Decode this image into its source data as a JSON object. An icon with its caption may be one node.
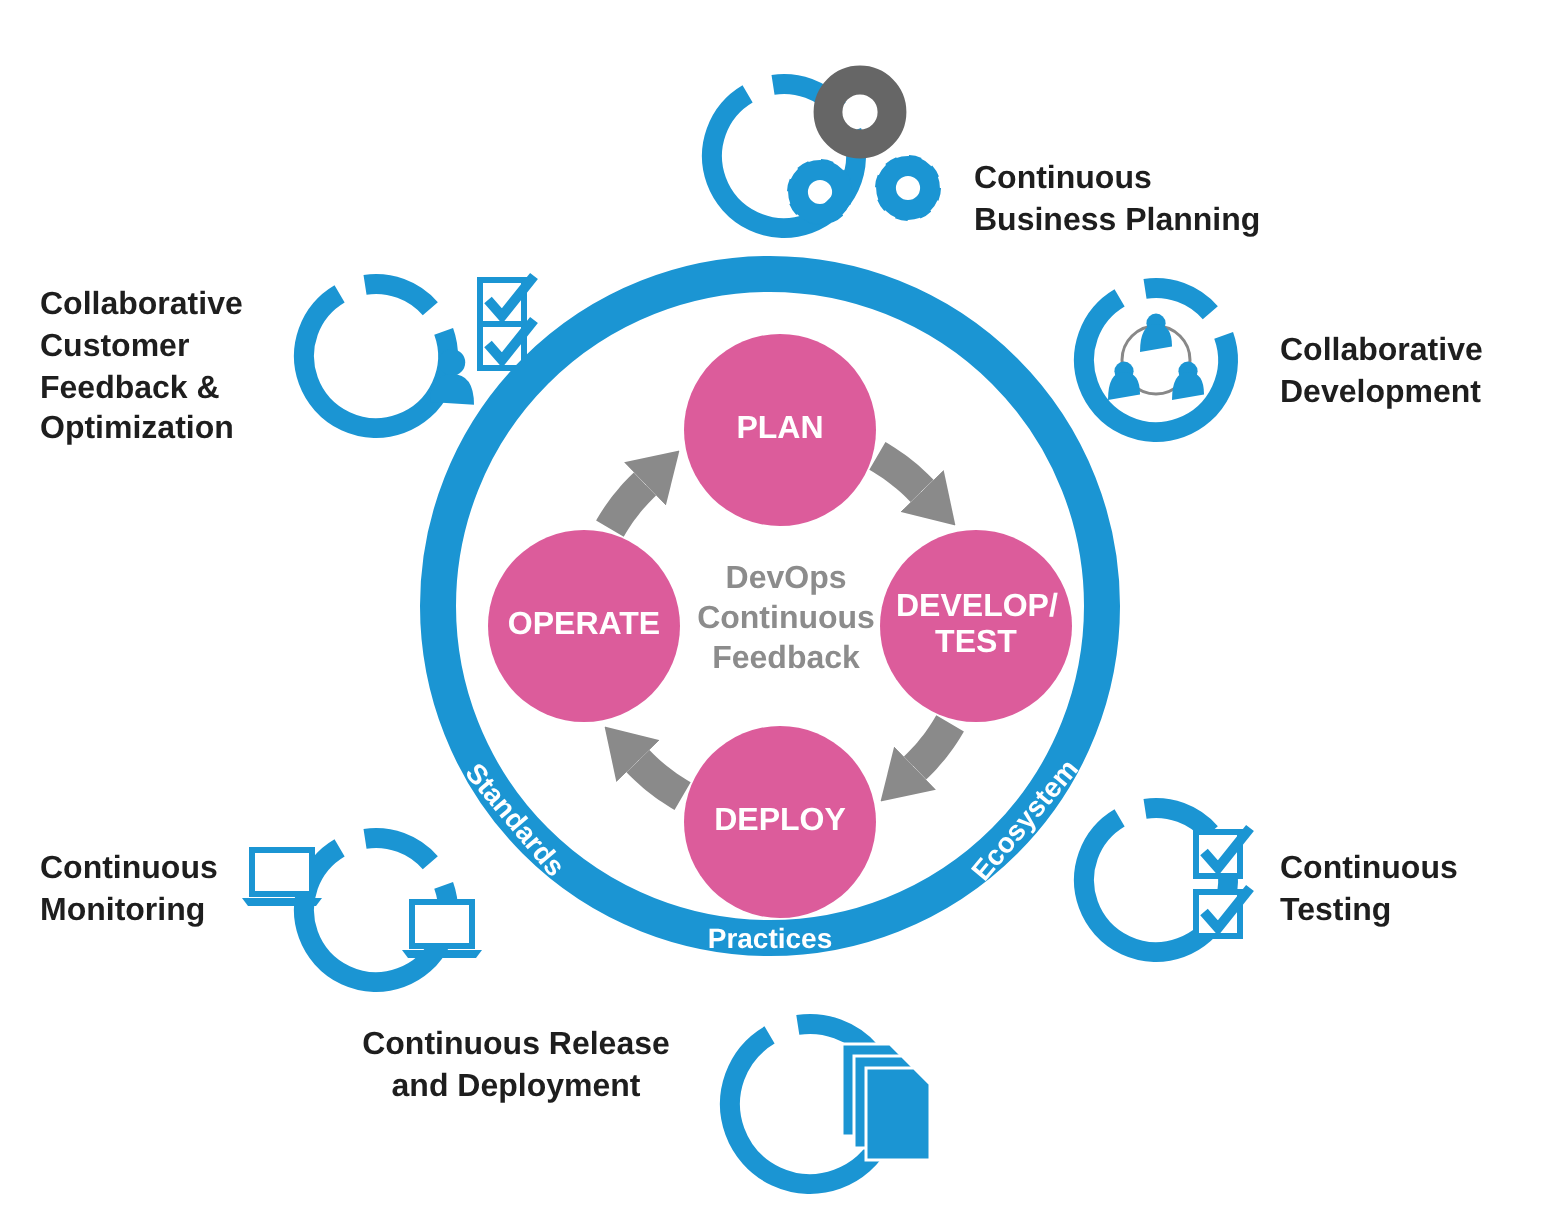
{
  "diagram": {
    "nodes": [
      {
        "text": [
          "Standards",
          "Practices",
          "Ecosystem"
        ]
      },
      {
        "text": [
          "PLAN"
        ],
        "in": 0
      },
      {
        "text": [
          "DEVELOP/ TEST"
        ],
        "in": 0
      },
      {
        "text": [
          "DEPLOY"
        ],
        "in": 0
      },
      {
        "text": [
          "OPERATE"
        ],
        "in": 0
      },
      {
        "text": [
          "Continuous Business Planning"
        ]
      },
      {
        "text": [
          "Collaborative Development"
        ]
      },
      {
        "text": [
          "Continuous Testing"
        ]
      },
      {
        "text": [
          "Continuous Release and Deployment"
        ]
      },
      {
        "text": [
          "Continuous Monitoring"
        ]
      },
      {
        "text": [
          "Collaborative Customer Feedback & Optimization"
        ]
      }
    ],
    "edges": [
      {
        "from": 1,
        "to": 2,
        "arrow": "to"
      },
      {
        "from": 2,
        "to": 3,
        "arrow": "to"
      },
      {
        "from": 3,
        "to": 4,
        "arrow": "to"
      },
      {
        "from": 4,
        "to": 1,
        "arrow": "to"
      }
    ],
    "labels": [
      "DevOps Continuous Feedback"
    ]
  }
}
